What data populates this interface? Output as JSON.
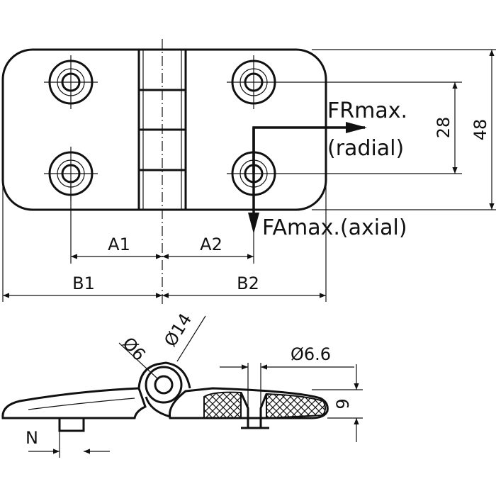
{
  "labels": {
    "a1": "A1",
    "a2": "A2",
    "b1": "B1",
    "b2": "B2",
    "dim_28": "28",
    "dim_48": "48",
    "fr_line1": "FRmax.",
    "fr_line2": "(radial)",
    "fa": "FAmax.(axial)",
    "d6": "Ø6",
    "d14": "Ø14",
    "d6_6": "Ø6.6",
    "dim_9": "9",
    "n": "N"
  },
  "colors": {
    "line": "#111111",
    "background": "#ffffff"
  }
}
